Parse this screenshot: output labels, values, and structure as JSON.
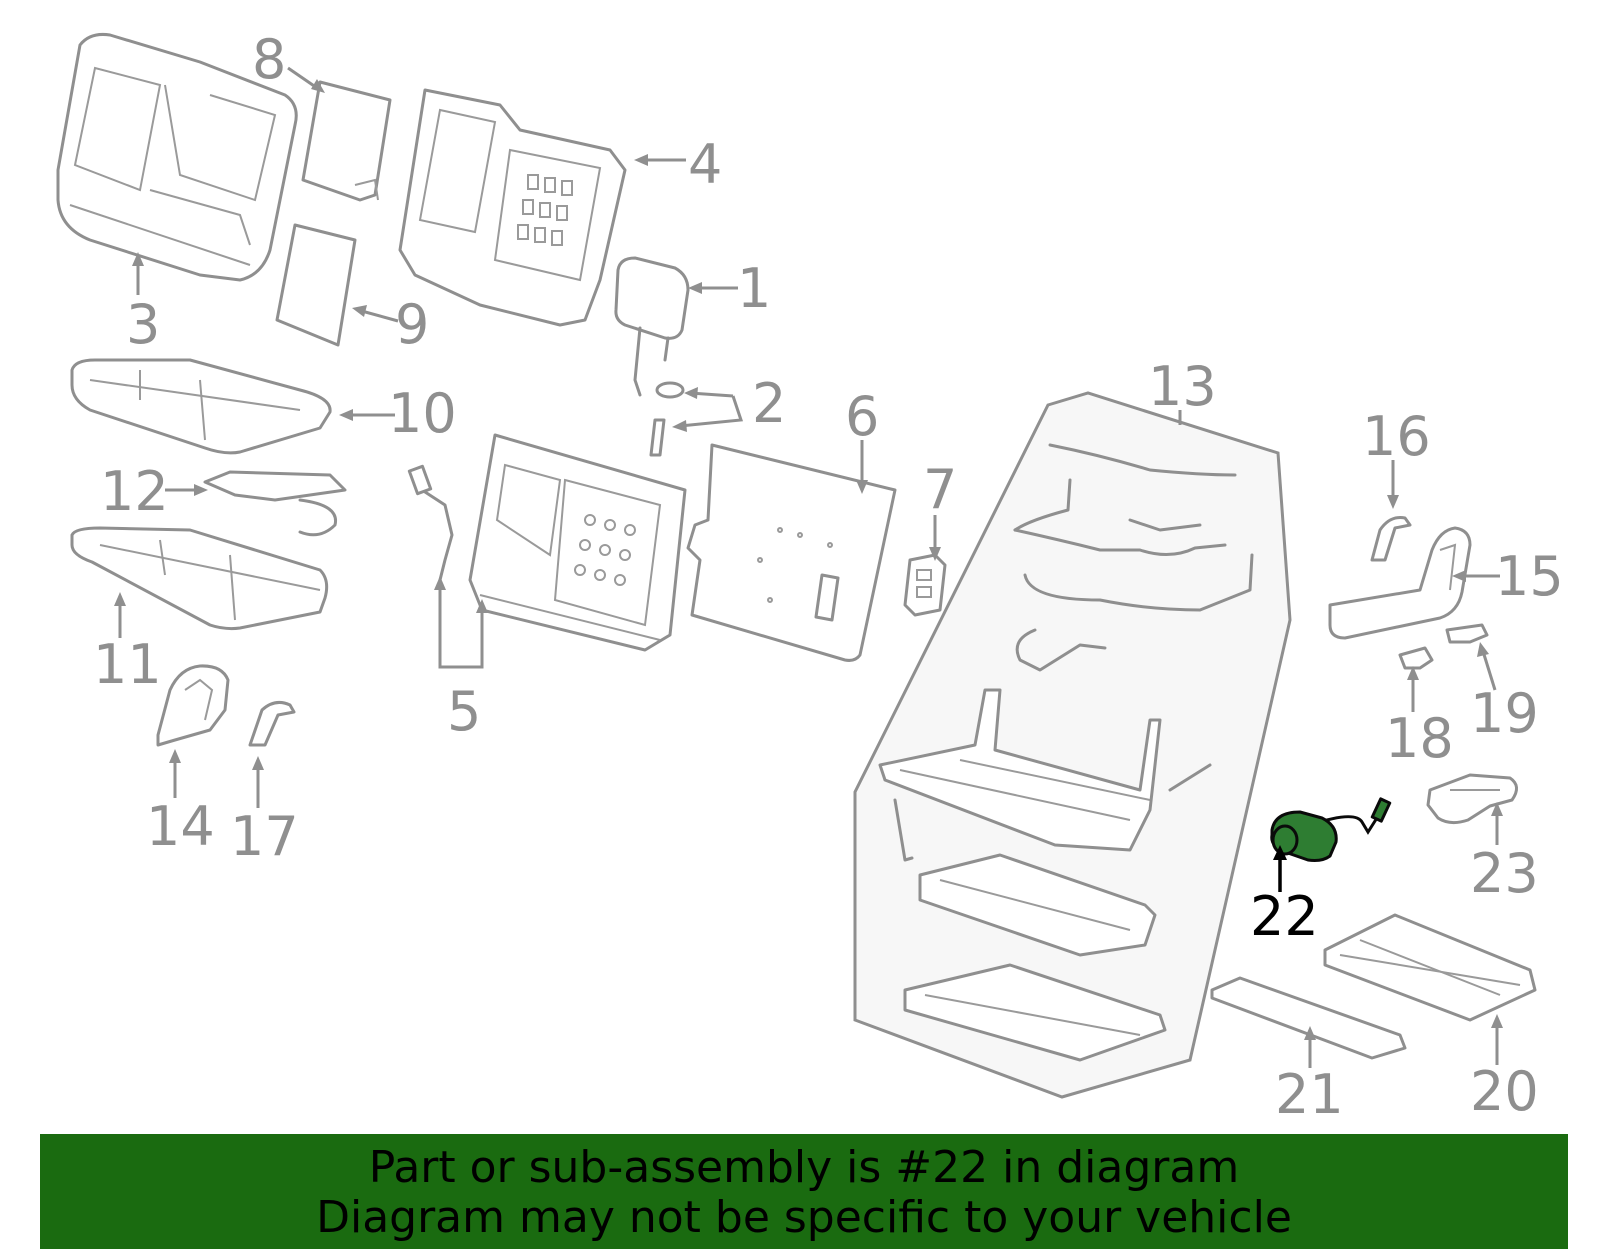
{
  "callouts": {
    "c1": "1",
    "c2": "2",
    "c3": "3",
    "c4": "4",
    "c5": "5",
    "c6": "6",
    "c7": "7",
    "c8": "8",
    "c9": "9",
    "c10": "10",
    "c11": "11",
    "c12": "12",
    "c13": "13",
    "c14": "14",
    "c15": "15",
    "c16": "16",
    "c17": "17",
    "c18": "18",
    "c19": "19",
    "c20": "20",
    "c21": "21",
    "c22": "22",
    "c23": "23"
  },
  "highlighted_part": "22",
  "colors": {
    "line_gray": "#8f8f8f",
    "highlight_fill": "#2e7d32",
    "banner_bg": "#1a6b10",
    "banner_text": "#000000"
  },
  "banner": {
    "line1": "Part or sub-assembly is #22 in diagram",
    "line2": "Diagram may not be specific to your vehicle"
  }
}
